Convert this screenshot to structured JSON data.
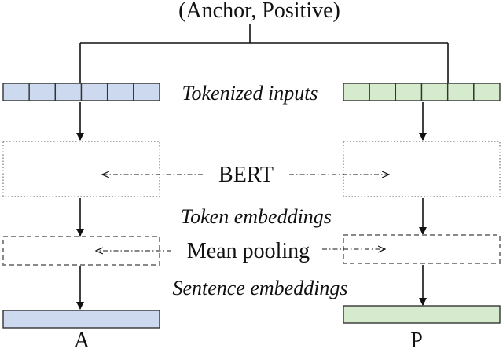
{
  "diagram": {
    "title": "(Anchor, Positive)",
    "tokenized_label": "Tokenized inputs",
    "encoder_label": "BERT",
    "token_emb_label": "Token embeddings",
    "pooling_label": "Mean pooling",
    "sentence_emb_label": "Sentence embeddings",
    "left_output": "A",
    "right_output": "P",
    "token_cells_per_side": 6,
    "colors": {
      "anchor_fill": "#cdd9ee",
      "positive_fill": "#d6ebcd",
      "stroke": "#333333",
      "dotted_box": "#888888"
    }
  }
}
